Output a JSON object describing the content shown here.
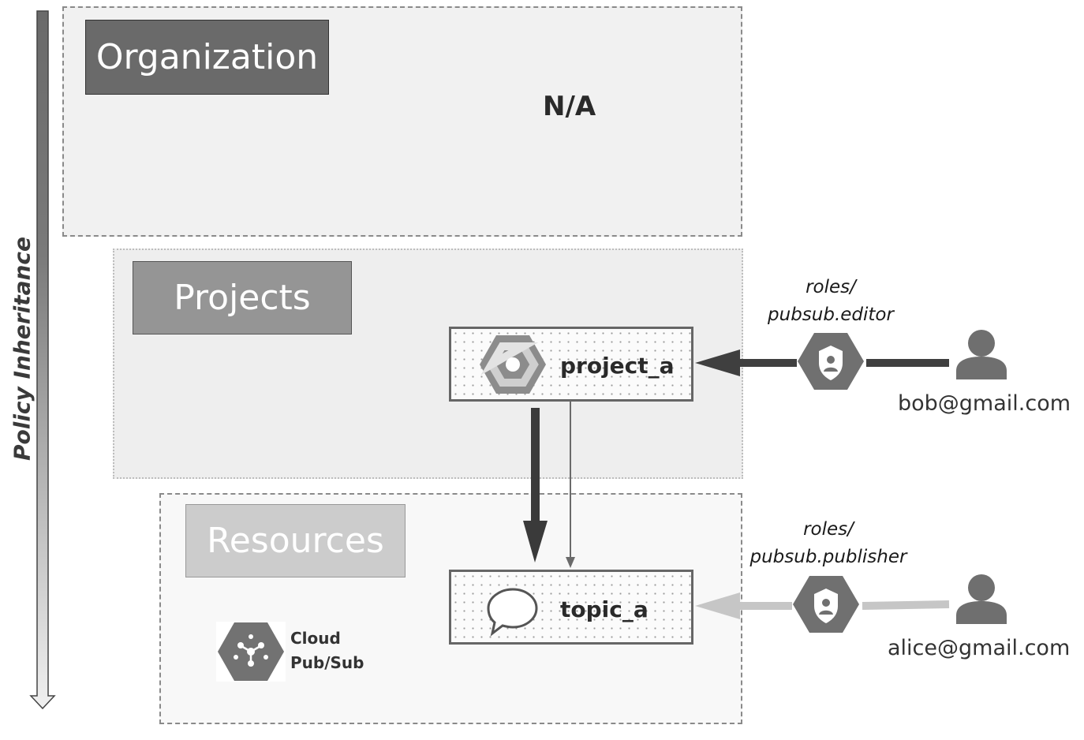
{
  "axis": {
    "label": "Policy Inheritance"
  },
  "levels": {
    "organization": {
      "label": "Organization",
      "note": "N/A"
    },
    "projects": {
      "label": "Projects"
    },
    "resources": {
      "label": "Resources"
    }
  },
  "nodes": {
    "project": {
      "label": "project_a",
      "icon": "resource-manager-icon"
    },
    "topic": {
      "label": "topic_a",
      "icon": "speech-bubble-icon"
    }
  },
  "service": {
    "line1": "Cloud",
    "line2": "Pub/Sub",
    "icon": "pubsub-icon"
  },
  "bindings": [
    {
      "role_line1": "roles/",
      "role_line2": "pubsub.editor",
      "member": "bob@gmail.com",
      "icon": "iam-shield-icon",
      "arrow_color": "#3f3f3f"
    },
    {
      "role_line1": "roles/",
      "role_line2": "pubsub.publisher",
      "member": "alice@gmail.com",
      "icon": "iam-shield-icon",
      "arrow_color": "#c6c6c6"
    }
  ],
  "colors": {
    "organization": "#6a6a6a",
    "projects": "#959595",
    "resources": "#cccccc"
  }
}
